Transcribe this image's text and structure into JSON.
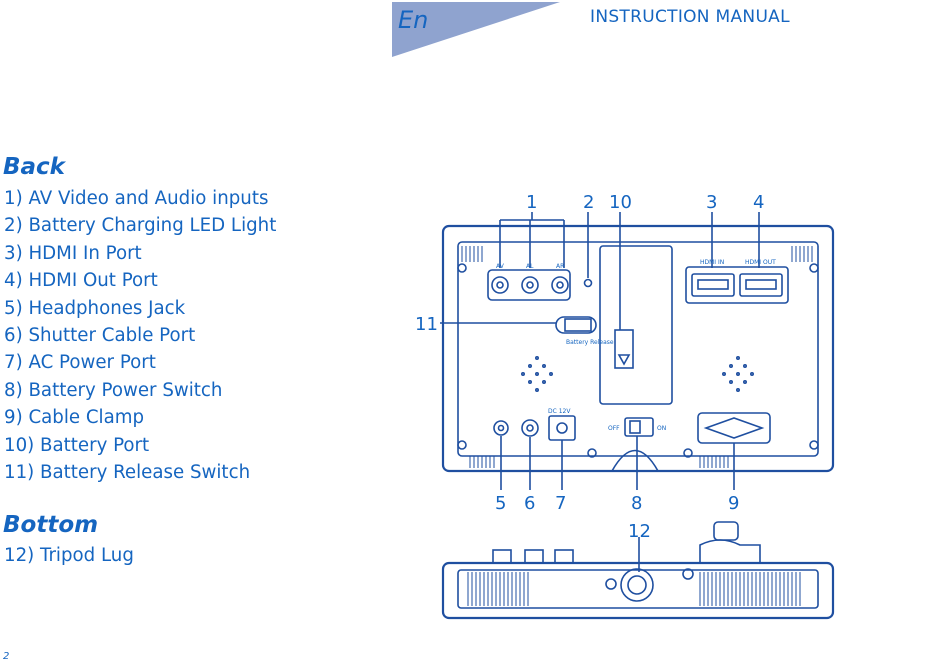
{
  "header": {
    "lang": "En",
    "title": "INSTRUCTION MANUAL"
  },
  "back": {
    "heading": "Back",
    "items": [
      "1) AV Video and Audio inputs",
      "2) Battery Charging LED Light",
      "3) HDMI In Port",
      "4) HDMI Out Port",
      "5) Headphones Jack",
      "6) Shutter Cable Port",
      "7) AC Power Port",
      "8) Battery Power Switch",
      "9) Cable Clamp",
      "10)  Battery Port",
      "11) Battery Release Switch"
    ]
  },
  "bottom": {
    "heading": "Bottom",
    "items": [
      "12) Tripod Lug"
    ]
  },
  "diagram": {
    "callouts": [
      "1",
      "2",
      "10",
      "3",
      "4",
      "11",
      "5",
      "6",
      "7",
      "8",
      "9",
      "12"
    ],
    "port_labels": {
      "av": "AV",
      "al": "AL",
      "ar": "AR",
      "hdmi_in": "HDMI IN",
      "hdmi_out": "HDMI OUT",
      "battery_release": "Battery Release",
      "dc": "DC 12V",
      "off": "OFF",
      "on": "ON"
    }
  },
  "page_number": "2",
  "colors": {
    "text": "#1565c0",
    "line": "#1f4fa0",
    "tab": "#8fa3cf"
  }
}
